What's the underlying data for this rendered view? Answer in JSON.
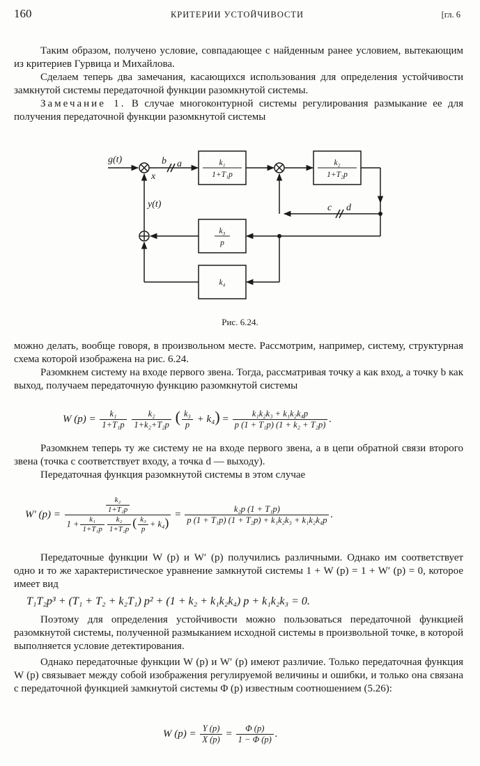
{
  "header": {
    "page_number": "160",
    "title": "КРИТЕРИИ УСТОЙЧИВОСТИ",
    "chapter": "[гл. 6"
  },
  "para1": "Таким образом, получено условие, совпадающее с найденным ранее условием, вытекающим из критериев Гурвица и Михайлова.",
  "para2": "Сделаем теперь два замечания, касающихся использования для определения устойчивости замкнутой системы передаточной функции разомкнутой системы.",
  "remark_word": "Замечание 1.",
  "para3_rest": "В случае многоконтурной системы регулирования размыкание ее для получения передаточной функции разомкнутой системы",
  "diagram": {
    "input_label": "g(t)",
    "x_label": "x",
    "b_label": "b",
    "a_label": "a",
    "c_label": "c",
    "d_label": "d",
    "y_label": "y(t)",
    "block1_num": "k₁",
    "block1_den": "1+T₁p",
    "block2_num": "k₂",
    "block2_den": "1+T₂p",
    "block3_num": "k₃",
    "block3_den": "p",
    "block4": "k₄"
  },
  "caption": "Рис. 6.24.",
  "para4": "можно делать, вообще говоря, в произвольном месте. Рассмотрим, например, систему, структурная схема которой изображена на рис. 6.24.",
  "para5": "Разомкнем систему на входе первого звена. Тогда, рассматривая точку a как вход, а точку b как выход, получаем передаточную функцию разомкнутой системы",
  "eq1": {
    "lhs": "W (p) =",
    "f1n": "k₁",
    "f1d": "1+T₁p",
    "f2n": "k₂",
    "f2d": "1+k₂+T₂p",
    "paren_open": "(",
    "f3n": "k₃",
    "f3d": "p",
    "plus_k4": "+ k₄",
    "paren_close": ")",
    "eq": "=",
    "rn": "k₁k₂k₃ + k₁k₂k₄p",
    "rd": "p (1 + T₁p) (1 + k₂ + T₂p)",
    "dot": "."
  },
  "para6": "Разомкнем теперь ту же систему не на входе первого звена, а в цепи обратной связи второго звена (точка c соответствует входу, а точка d — выходу).",
  "para7": "Передаточная функция разомкнутой системы в этом случае",
  "eq2": {
    "lhs": "W′ (p) =",
    "top_n": "k₂",
    "top_d": "1+T₂p",
    "one_plus": "1 +",
    "f1n": "k₁",
    "f1d": "1+T₁p",
    "f2n": "k₂",
    "f2d": "1+T₂p",
    "paren_open": "(",
    "f3n": "k₃",
    "f3d": "p",
    "plus_k4": "+ k₄",
    "paren_close": ")",
    "eq": "=",
    "rn": "k₂p (1 + T₁p)",
    "rd": "p (1 + T₁p) (1 + T₂p) + k₁k₂k₃ + k₁k₂k₄p",
    "dot": "."
  },
  "para8": "Передаточные функции W (p) и W′ (p) получились различными. Однако им соответствует одно и то же характеристическое уравнение замкнутой системы 1 + W (p) = 1 + W′ (p) = 0, которое имеет вид",
  "eq3": "T₁T₂p³ + (T₁ + T₂ + k₂T₁) p² + (1 + k₂ + k₁k₂k₄) p + k₁k₂k₃ = 0.",
  "para9": "Поэтому для определения устойчивости можно пользоваться передаточной функцией разомкнутой системы, полученной размыканием исходной системы в произвольной точке, в которой выполняется условие детектирования.",
  "para10": "Однако передаточные функции W (p) и W′ (p) имеют различие. Только передаточная функция W (p) связывает между собой изображения регулируемой величины и ошибки, и только она связана с передаточной функцией замкнутой системы Φ (p) известным соотношением (5.26):",
  "eq4": {
    "lhs": "W (p) =",
    "f1n": "Y (p)",
    "f1d": "X (p)",
    "eq": "=",
    "f2n": "Φ (p)",
    "f2d": "1 − Φ (p)",
    "dot": "."
  }
}
